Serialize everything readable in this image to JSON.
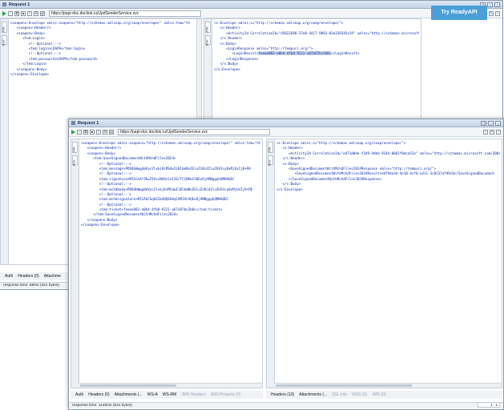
{
  "window1": {
    "title": "Request 1",
    "url": "https://papi-doc.doclink.ru/UpdSenderService.svc",
    "side_tabs": [
      "XML",
      "Raw"
    ],
    "request_lines": [
      "<soapenv:Envelope xmlns:soapenv=\"http://schemas.xmlsoap.org/soap/envelope/\" xmlns:tem=\"ht",
      "   <soapenv:Header/>",
      "   <soapenv:Body>",
      "      <tem:Login>",
      "         <!--Optional:-->",
      "         <tem:login>LDAP9</tem:login>",
      "         <!--Optional:-->",
      "         <tem:password>LDAP9</tem:password>",
      "      </tem:Login>",
      "   </soapenv:Body>",
      "</soapenv:Envelope>"
    ],
    "response_lines": [
      "<s:Envelope xmlns:s=\"http://schemas.xmlsoap.org/soap/envelope/\">",
      "   <s:Header>",
      "      <ActivityId CorrelationId=\"d5022680-37a0-4417-9893-83e339245e19\" xmlns=\"http://schemas.microsoft.com/2004/09/S",
      "   </s:Header>",
      "   <s:Body>",
      "      <LoginResponse xmlns=\"http://tempuri.org/\">",
      "         <LoginResult>",
      "      </LoginResponse>",
      "   </s:Body>",
      "</s:Envelope>"
    ],
    "login_result_value": "feeee882-e0b4-4fb0-9221-a67a97bc2b8c",
    "login_result_close": "</LoginResult>",
    "bottom_tabs": [
      "Auth",
      "Headers (0)",
      "Attachme"
    ],
    "status": "response time: 58ms (421 bytes)",
    "try_ready_label": "Try ReadyAPI"
  },
  "window2": {
    "title": "Request 1",
    "url": "https://papi-doc.doclink.ru/UpdSenderService.svc",
    "side_tabs": [
      "XML",
      "Raw"
    ],
    "request_lines": [
      "<soapenv:Envelope xmlns:soapenv=\"http://schemas.xmlsoap.org/soap/envelope/\" xmlns:tem=\"htt",
      "   <soapenv:Header/>",
      "   <soapenv:Body>",
      "      <tem:SaveSignedDocumentWithMchdFiles2024>",
      "         <!--Optional:-->",
      "         <tem:message>PD94bWwgdmVyc2lvbj0iMS4wIiBlbmNvZGluZz0id2luZG93cy0xMjUxIj8+PH",
      "         <!--Optional:-->",
      "         <tem:signature>MIIGvAYJKoZIhvcNAQcCoIIGrTCCBKkCAQExDjAMBggqhQMHAQEC",
      "         <!--Optional:-->",
      "         <tem:mchdbody>PD94bWwgdmVyc2lvbj0iMS4wIiBlbmNvZGluZz0id2luZG93cy0xMjUxIj8+PE",
      "         <!--Optional:-->",
      "         <tem:mchdsignature>MIIAGCSqGSIb3DQEHAqCAMIACAQExDjAMBggqhQMHAQEC",
      "         <!--Optional:-->",
      "         <tem:ticket>feeee882-e0b4-4fb0-9221-a67a97bc2b8c</tem:ticket>",
      "      </tem:SaveSignedDocumentWithMchdFiles2024>",
      "   </soapenv:Body>",
      "</soapenv:Envelope>"
    ],
    "response_lines": [
      "<s:Envelope xmlns:s=\"http://schemas.xmlsoap.org/soap/envelope/\">",
      "   <s:Header>",
      "      <ActivityId CorrelationId=\"e471d0de-f349-4dbd-9144-0861f0dca52e\" xmlns=\"http://schemas.microsoft.com/2004/09/S",
      "   </s:Header>",
      "   <s:Body>",
      "      <SaveSignedDocumentWithMchdFiles2024Response xmlns=\"http://tempuri.org/\">",
      "         <SaveSignedDocumentWithMchdFiles2024Result>ed79da3d-4e10-4cf0-a311-3c8137af49c0</SaveSignedDocument",
      "      </SaveSignedDocumentWithMchdFiles2024Response>",
      "   </s:Body>",
      "</s:Envelope>"
    ],
    "request_tabs": [
      "Auth",
      "Headers (0)",
      "Attachments (...",
      "WS-A",
      "WS-RM",
      "JMS Headers",
      "JMS Property (0)"
    ],
    "response_tabs": [
      "Headers (10)",
      "Attachments (...",
      "SSL Info",
      "WSS (0)",
      "JMS (0)"
    ],
    "status": "response time: 1146ms (541 bytes)",
    "position": "1 : 1"
  }
}
